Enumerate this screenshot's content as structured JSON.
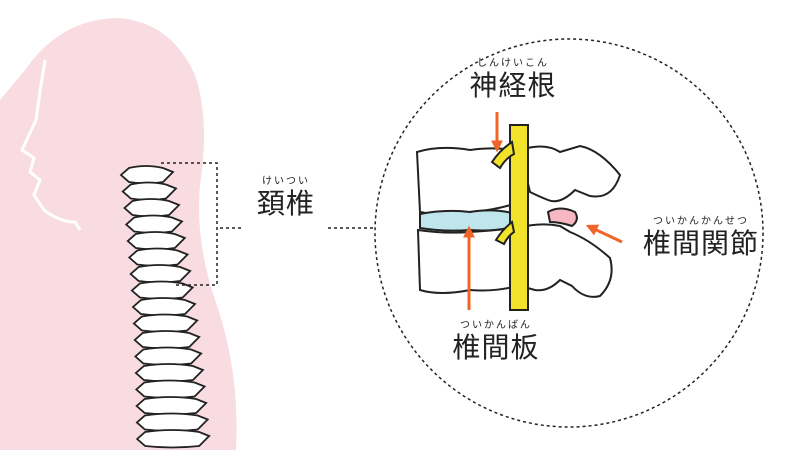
{
  "labels": {
    "keitsui": {
      "reading": "けいつい",
      "text": "頚椎"
    },
    "shinkeikon": {
      "reading": "しんけいこん",
      "text": "神経根"
    },
    "tsuikankansetsu": {
      "reading": "ついかんかんせつ",
      "text": "椎間関節"
    },
    "tsuikanban": {
      "reading": "ついかんばん",
      "text": "椎間板"
    }
  },
  "colors": {
    "body_silhouette": "#f9dce2",
    "nerve": "#f3e22a",
    "disc": "#bfe6ec",
    "joint": "#f7b8c4",
    "arrow": "#f0642a",
    "line": "#222222"
  }
}
